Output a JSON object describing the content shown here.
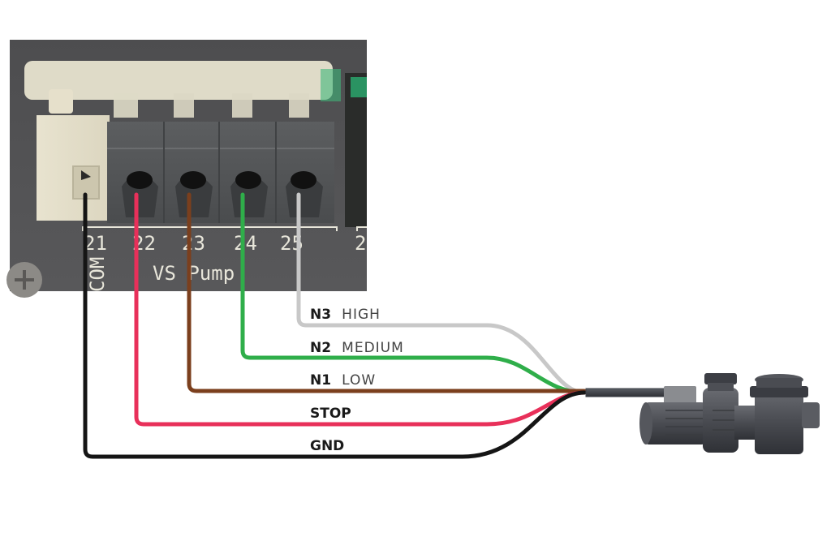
{
  "diagram": {
    "title": "VS Pump wiring",
    "board": {
      "header_label": "VS Pump",
      "com_label": "COM",
      "right_partial_label": "2",
      "terminals": [
        {
          "number": "21",
          "housing": "white"
        },
        {
          "number": "22",
          "housing": "dark"
        },
        {
          "number": "23",
          "housing": "dark"
        },
        {
          "number": "24",
          "housing": "dark"
        },
        {
          "number": "25",
          "housing": "dark"
        }
      ]
    },
    "wires": [
      {
        "terminal": "25",
        "code": "N3",
        "description": "HIGH",
        "color": "#c8c8c8"
      },
      {
        "terminal": "24",
        "code": "N2",
        "description": "MEDIUM",
        "color": "#2fae4a"
      },
      {
        "terminal": "23",
        "code": "N1",
        "description": "LOW",
        "color": "#7b3f1d"
      },
      {
        "terminal": "22",
        "code": "STOP",
        "description": "",
        "color": "#e8305a"
      },
      {
        "terminal": "21",
        "code": "GND",
        "description": "",
        "color": "#151515"
      }
    ],
    "cable_color": "#3e4148",
    "pump": {
      "name": "variable speed pump",
      "color": "#4a4c52"
    }
  }
}
